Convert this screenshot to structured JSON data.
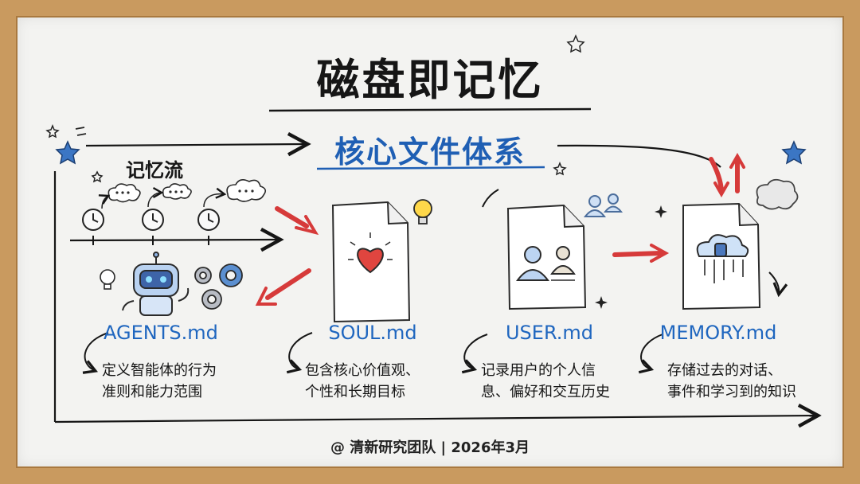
{
  "title": "磁盘即记忆",
  "subtitle": "核心文件体系",
  "flow_label": "记忆流",
  "cards": [
    {
      "file": "AGENTS.md",
      "desc_line1": "定义智能体的行为",
      "desc_line2": "准则和能力范围"
    },
    {
      "file": "SOUL.md",
      "desc_line1": "包含核心价值观、",
      "desc_line2": "个性和长期目标"
    },
    {
      "file": "USER.md",
      "desc_line1": "记录用户的个人信",
      "desc_line2": "息、偏好和交互历史"
    },
    {
      "file": "MEMORY.md",
      "desc_line1": "存储过去的对话、",
      "desc_line2": "事件和学习到的知识"
    }
  ],
  "footer": "@ 清新研究团队 | 2026年3月",
  "colors": {
    "frame": "#c99a5f",
    "board": "#f3f3f1",
    "accent_blue": "#1f5fb4",
    "arrow_red": "#d63a3a"
  }
}
